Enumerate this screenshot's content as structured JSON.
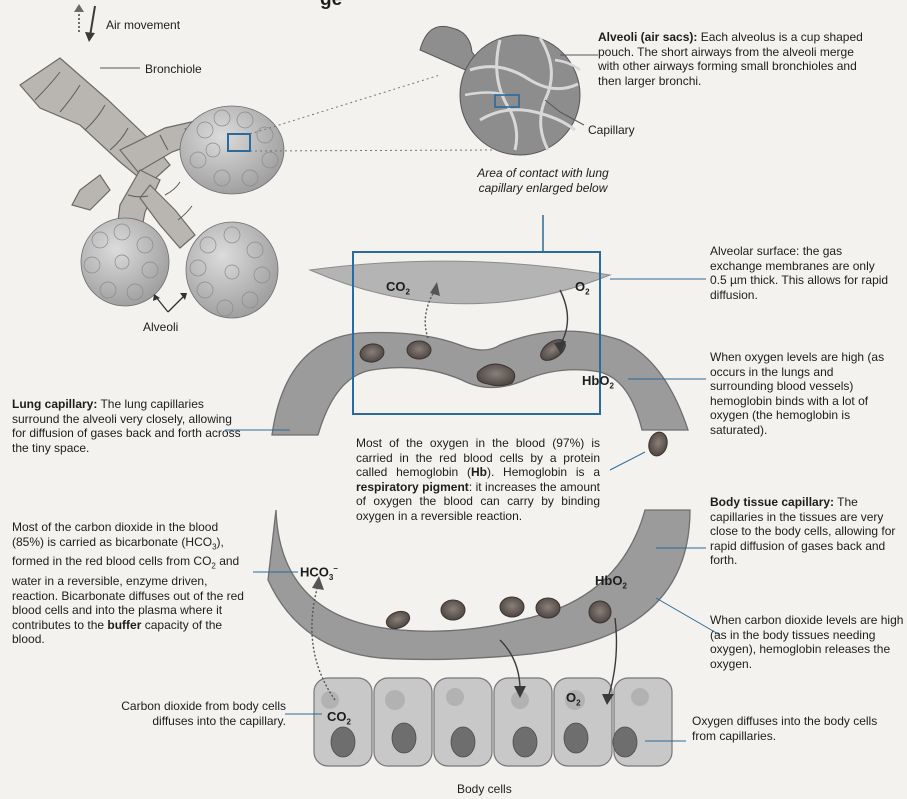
{
  "title_fragment": "ge",
  "labels": {
    "air_movement": "Air movement",
    "bronchiole": "Bronchiole",
    "alveoli": "Alveoli",
    "capillary": "Capillary",
    "area_contact": "Area of contact with lung capillary enlarged below",
    "body_cells": "Body cells"
  },
  "alveoli_text": {
    "bold": "Alveoli (air sacs):",
    "rest": " Each alveolus is a cup shaped pouch. The short airways from the alveoli merge with other airways forming small bronchioles and then larger bronchi."
  },
  "alveolar_surface_text": "Alveolar surface: the gas exchange membranes are only 0.5 µm thick. This allows for rapid diffusion.",
  "oxygen_high_text": "When oxygen levels are high (as occurs in the lungs and surrounding blood vessels) hemoglobin binds with a lot of oxygen (the hemoglobin is saturated).",
  "lung_capillary_text": {
    "bold": "Lung capillary:",
    "rest": " The lung capillaries surround the alveoli very closely, allowing for diffusion of gases back and forth across the tiny space."
  },
  "hemoglobin_text": {
    "p1": "Most of the oxygen in the blood (97%) is carried in the red blood cells by a protein called hemoglobin (",
    "hb": "Hb",
    "p2": "). Hemoglobin is a ",
    "pigment": "respiratory pigment",
    "p3": ": it increases the amount of oxygen the blood can carry by binding oxygen in a reversible reaction."
  },
  "body_tissue_text": {
    "bold": "Body tissue capillary:",
    "rest": " The capillaries in the tissues are very close to the body cells, allowing for rapid diffusion of gases back and forth."
  },
  "co2_carry_text": {
    "p1": "Most of the carbon dioxide in the blood (85%) is carried as bicarbonate (HCO",
    "p2": "), formed in the red blood cells from CO",
    "p3": " and water in a reversible, enzyme driven, reaction. Bicarbonate diffuses out of the red blood cells and into the plasma where it contributes to the ",
    "buffer": "buffer",
    "p4": " capacity of the blood."
  },
  "co2_high_text": "When carbon dioxide levels are high (as in the body tissues needing oxygen), hemoglobin releases the oxygen.",
  "co2_diffuse_text": "Carbon dioxide from body cells diffuses into the capillary.",
  "o2_diffuse_text": "Oxygen diffuses into the body cells from capillaries.",
  "chem": {
    "co2": "CO",
    "o2": "O",
    "hbo": "HbO",
    "hco": "HCO",
    "sub2": "2",
    "sub3": "3",
    "minus": "–"
  },
  "colors": {
    "blue": "#2a6a9c",
    "capillary": "#9a9a9a",
    "rbc": "#6a625c",
    "cell": "#c9c9c9",
    "nucleus": "#6e6e6e"
  }
}
